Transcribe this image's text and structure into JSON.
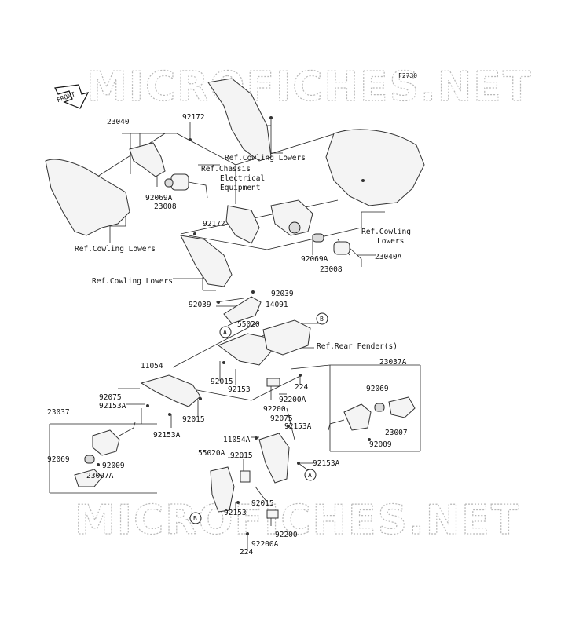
{
  "figure_code": "F2730",
  "watermark": [
    "MICROFICHES.NET",
    "MICROFICHES.NET"
  ],
  "front_label": "FRONT",
  "callouts": [
    "A",
    "B",
    "A",
    "B"
  ],
  "part_labels": [
    "23040",
    "92172",
    "Ref.Cowling Lowers",
    "Ref.Chassis",
    "Electrical",
    "Equipment",
    "92069A",
    "23008",
    "Ref.Cowling Lowers",
    "92172",
    "Ref.Cowling",
    "Lowers",
    "92069A",
    "23008",
    "23040A",
    "Ref.Cowling Lowers",
    "92039",
    "92039",
    "14091",
    "55020",
    "Ref.Rear Fender(s)",
    "11054",
    "92015",
    "92153",
    "224",
    "23037A",
    "92069",
    "92075",
    "92153A",
    "92200",
    "92200A",
    "92075",
    "92153A",
    "23007",
    "23037",
    "92015",
    "92009",
    "92153A",
    "11054A",
    "55020A",
    "92015",
    "92153A",
    "92069",
    "92009",
    "23007A",
    "92015",
    "92153",
    "92200",
    "92200A",
    "224"
  ]
}
